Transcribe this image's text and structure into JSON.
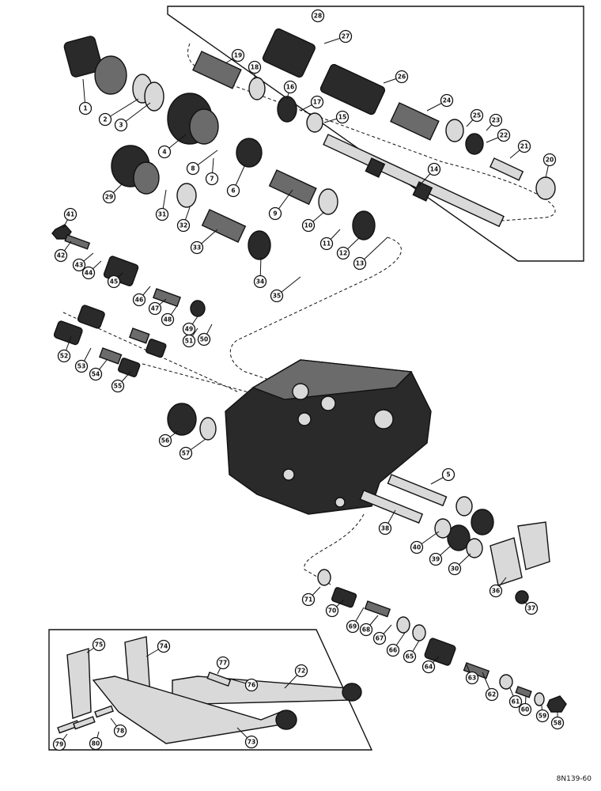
{
  "drawing_code": "8N139-60",
  "callouts": [
    "1",
    "2",
    "3",
    "4",
    "5",
    "6",
    "7",
    "8",
    "9",
    "10",
    "11",
    "12",
    "13",
    "14",
    "15",
    "16",
    "17",
    "18",
    "19",
    "20",
    "21",
    "22",
    "23",
    "24",
    "25",
    "26",
    "27",
    "28",
    "29",
    "30",
    "31",
    "32",
    "33",
    "34",
    "35",
    "36",
    "37",
    "38",
    "39",
    "40",
    "41",
    "42",
    "43",
    "44",
    "45",
    "46",
    "47",
    "48",
    "49",
    "50",
    "51",
    "52",
    "53",
    "54",
    "55",
    "56",
    "57",
    "58",
    "59",
    "60",
    "61",
    "62",
    "63",
    "64",
    "65",
    "66",
    "67",
    "68",
    "69",
    "70",
    "71",
    "72",
    "73",
    "74",
    "75",
    "76",
    "77",
    "78",
    "79",
    "80"
  ]
}
